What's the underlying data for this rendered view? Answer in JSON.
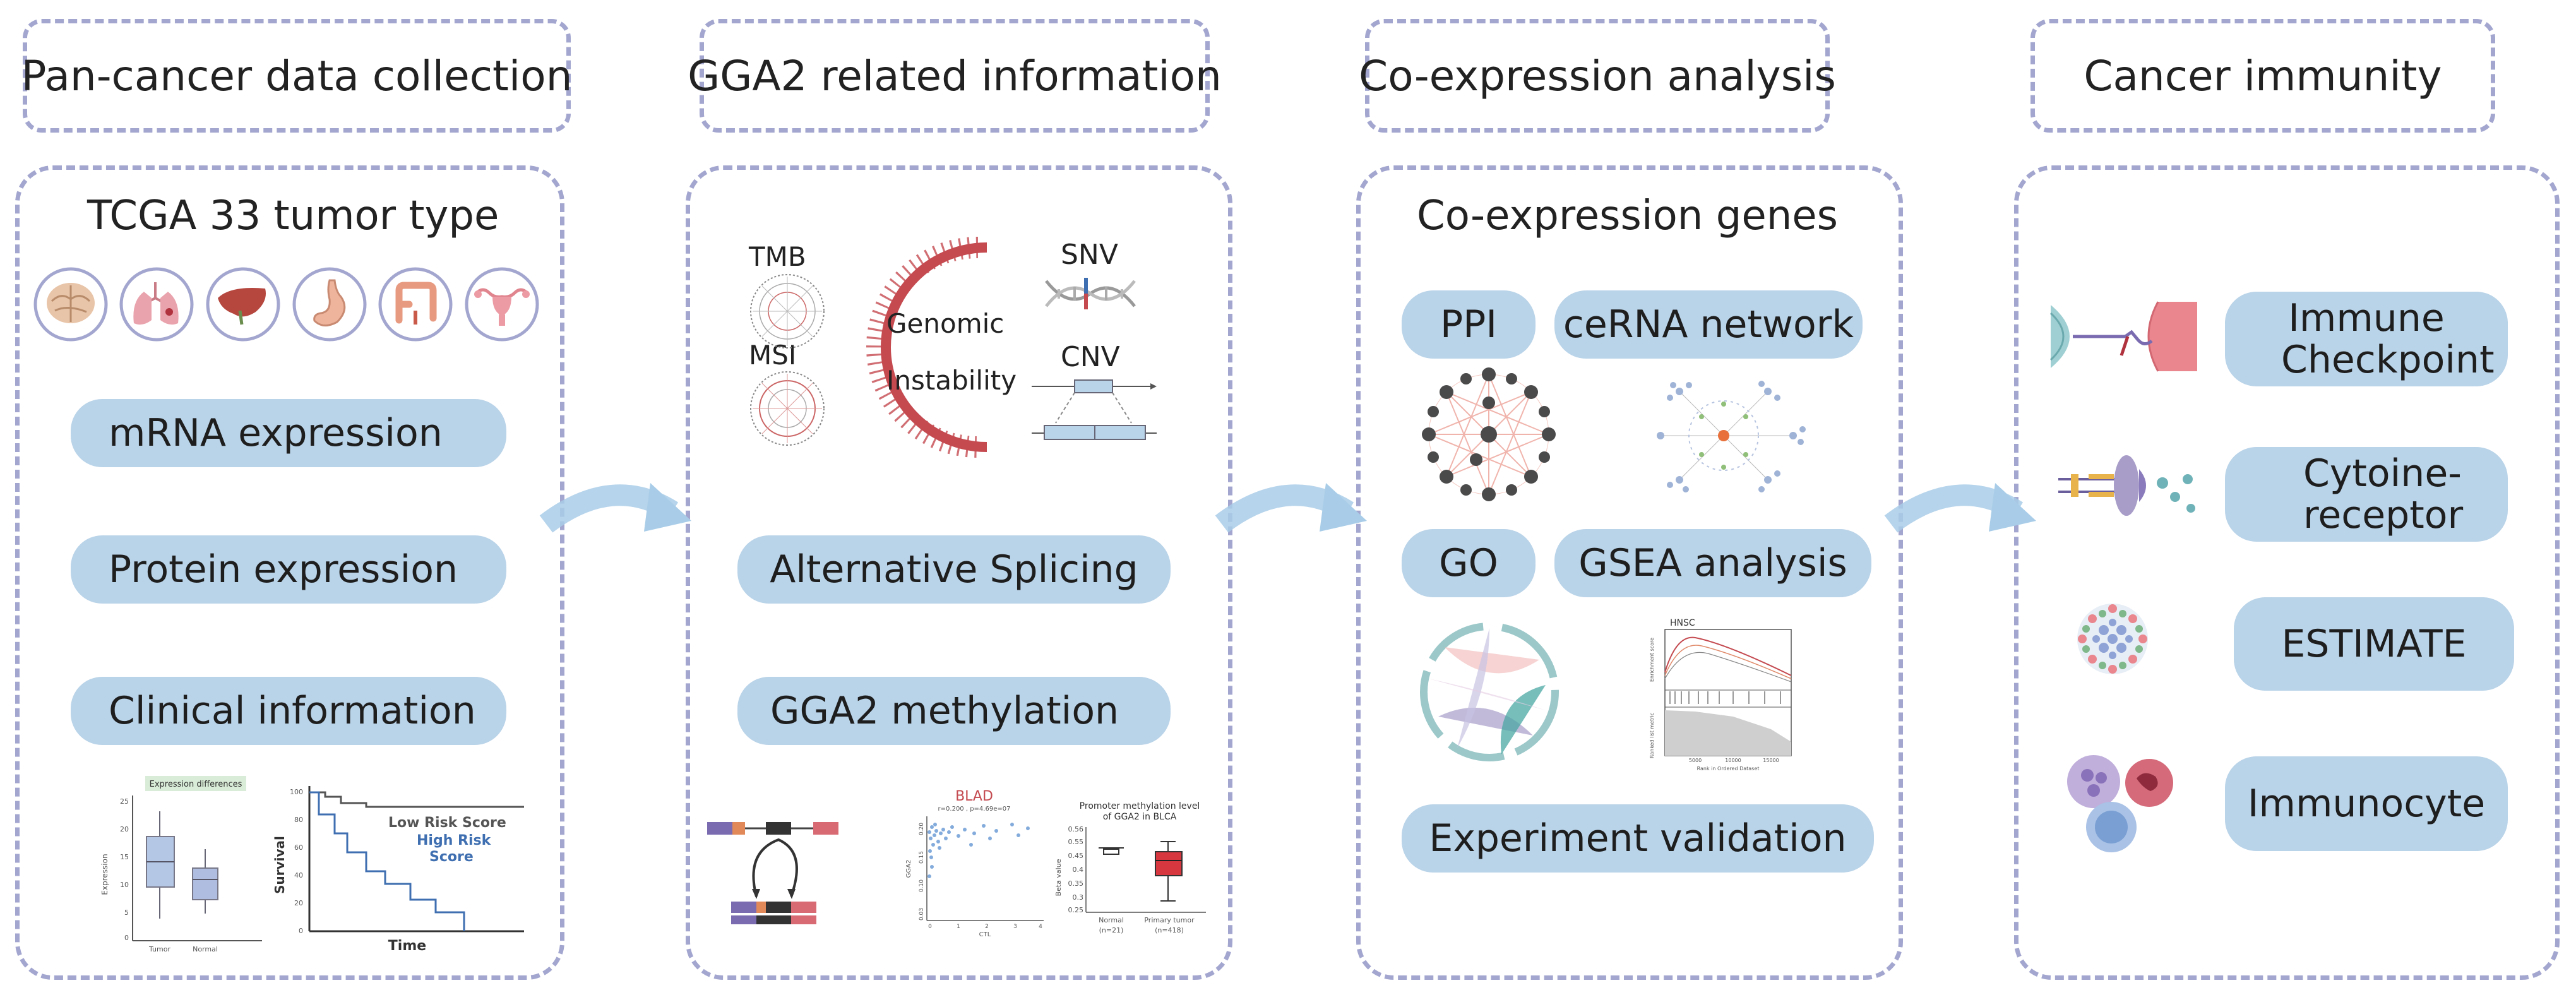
{
  "headers": [
    "Pan-cancer data collection",
    "GGA2 related  information",
    "Co-expression  analysis",
    "Cancer  immunity"
  ],
  "panel1": {
    "title": "TCGA 33 tumor type",
    "organ_icons": [
      "brain-icon",
      "lung-icon",
      "liver-icon",
      "stomach-icon",
      "colon-icon",
      "uterus-icon"
    ],
    "pills": [
      "mRNA expression",
      "Protein expression",
      "Clinical information"
    ],
    "boxplot": {
      "title": "Expression differences",
      "ylabel": "Expression",
      "yticks": [
        "25",
        "20",
        "15",
        "10",
        "5",
        "0"
      ],
      "xticks": [
        "Tumor",
        "Normal"
      ]
    },
    "survival": {
      "ylabel": "Survival",
      "xlabel": "Time",
      "yticks": [
        "100",
        "80",
        "60",
        "40",
        "20",
        "0"
      ],
      "low_label": "Low Risk Score",
      "high_label_1": "High Risk",
      "high_label_2": "Score"
    }
  },
  "panel2": {
    "tmb": "TMB",
    "msi": "MSI",
    "genomic": "Genomic",
    "instability": "Instability",
    "snv": "SNV",
    "cnv": "CNV",
    "pills": [
      "Alternative Splicing",
      "GGA2 methylation"
    ],
    "scatter": {
      "title": "BLAD",
      "subtitle": "r=0.200 , p=4.69e=07",
      "ylabel": "GGA2",
      "xlabel": "CTL",
      "yticks": [
        "0.03",
        "0.10",
        "0.15",
        "0.20"
      ],
      "xticks": [
        "0",
        "1",
        "2",
        "3",
        "4"
      ]
    },
    "methylation": {
      "title_1": "Promoter methylation level",
      "title_2": "of GGA2 in BLCA",
      "ylabel": "Beta value",
      "yticks": [
        "0.56",
        "0.55",
        "0.45",
        "0.4",
        "0.35",
        "0.3",
        "0.25"
      ],
      "groups": [
        {
          "name": "Normal",
          "n": "(n=21)"
        },
        {
          "name": "Primary tumor",
          "n": "(n=418)"
        }
      ]
    }
  },
  "panel3": {
    "title": "Co-expression genes",
    "pills": [
      "PPI",
      "ceRNA network",
      "GO",
      "GSEA analysis",
      "Experiment validation"
    ],
    "gsea": {
      "title": "HNSC",
      "ylabel_top": "Enrichment score",
      "ylabel_bottom": "Ranked list metric",
      "xlabel": "Rank in Ordered Dataset",
      "xticks": [
        "5000",
        "10000",
        "15000"
      ]
    }
  },
  "panel4": {
    "pills": [
      "Immune Checkpoint",
      "Cytoine-receptor",
      "ESTIMATE",
      "Immunocyte"
    ]
  },
  "colors": {
    "border": "#a3a6cf",
    "pill": "#b9d3e8",
    "arrow": "#a9cde8",
    "accent_red": "#c44a50",
    "accent_blue": "#3f6fb0"
  }
}
